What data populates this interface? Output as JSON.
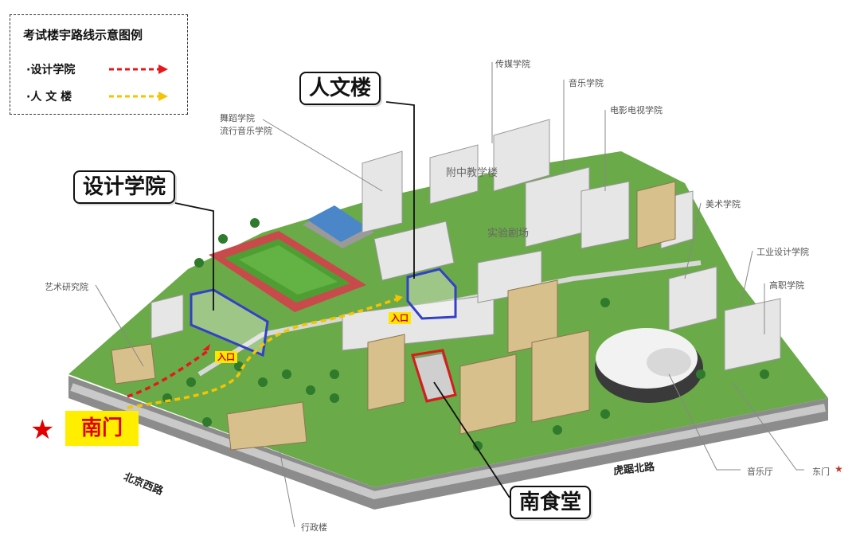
{
  "legend": {
    "title": "考试楼宇路线示意图例",
    "items": [
      {
        "label": "·设计学院",
        "color": "#e8171b"
      },
      {
        "label": "·人 文 楼",
        "color": "#f5c400"
      }
    ]
  },
  "callouts": {
    "design_college": "设计学院",
    "humanities": "人文楼",
    "south_canteen": "南食堂",
    "south_gate": "南门"
  },
  "entrances": [
    "入口",
    "入口"
  ],
  "roads": {
    "beijing_west": "北京西路",
    "hupan_north": "虎踞北路"
  },
  "labels": {
    "media": "传媒学院",
    "music": "音乐学院",
    "film_tv": "电影电视学院",
    "dance_pop": [
      "舞蹈学院",
      "流行音乐学院"
    ],
    "fine_arts": "美术学院",
    "industrial_design": "工业设计学院",
    "vocational": "高职学院",
    "art_research": "艺术研究院",
    "admin": "行政楼",
    "concert_hall": "音乐厅",
    "east_gate": "东门",
    "affiliated_school": "附中教学楼",
    "lab_theater": "实验剧场"
  },
  "colors": {
    "route_design": "#e8171b",
    "route_humanities": "#f5c400",
    "highlight_box": "#3340c8",
    "canteen_box": "#d81c1c",
    "grass": "#5fa83e",
    "track": "#c94a4a"
  }
}
